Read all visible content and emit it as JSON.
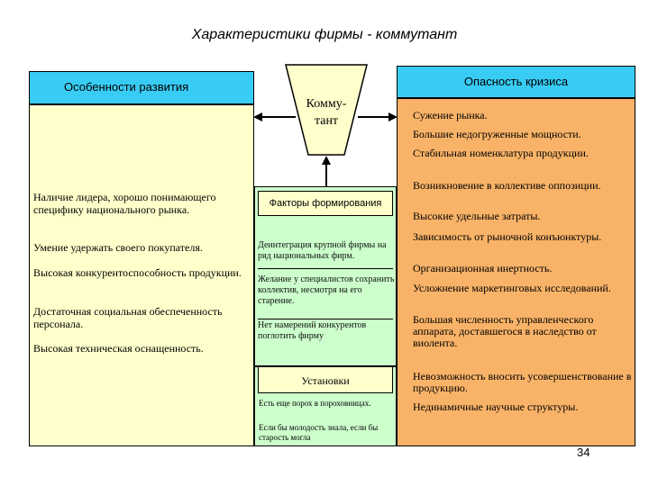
{
  "title": "Характеристики фирмы - коммутант",
  "left_header": "Особенности развития",
  "right_header": "Опасность кризиса",
  "center_label_1": "Комму-",
  "center_label_2": "тант",
  "left_items": [
    "Наличие лидера, хорошо понимающего специфику национального рынка.",
    "Умение удержать своего покупателя.",
    "Высокая конкурентоспособность продукции.",
    "Достаточная социальная обеспеченность персонала.",
    "Высокая техническая оснащенность."
  ],
  "factors_header": "Факторы формирования",
  "factors": [
    "Деинтеграция крупной фирмы на ряд национальных фирм.",
    "Желание у специалистов сохранить коллектив, несмотря на его старение.",
    "Нет намерений конкурентов поглотить фирму"
  ],
  "install_header": "Установки",
  "install_items": [
    "Есть еще порох в пороховницах.",
    "Если бы молодость знала, если бы старость могла"
  ],
  "right_items": [
    "Сужение рынка.",
    "Большие недогруженные мощности.",
    "Стабильная номенклатура продукции.",
    "Возникновение в коллективе оппозиции.",
    "Высокие удельные затраты.",
    "Зависимость от рыночной конъюнктуры.",
    "Организационная инертность.",
    "Усложнение маркетинговых исследований.",
    "Большая численность управленческого аппарата, доставшегося в наследство от виолента.",
    "Невозможность вносить усовершенствование в продукцию.",
    "Нединамичные научные структуры."
  ],
  "page_number": "34",
  "colors": {
    "header_blue": "#38ccf4",
    "left_panel": "#ffffcc",
    "right_panel": "#f9b368",
    "middle_panel": "#ccffcc",
    "center_shape": "#ffffcc"
  }
}
